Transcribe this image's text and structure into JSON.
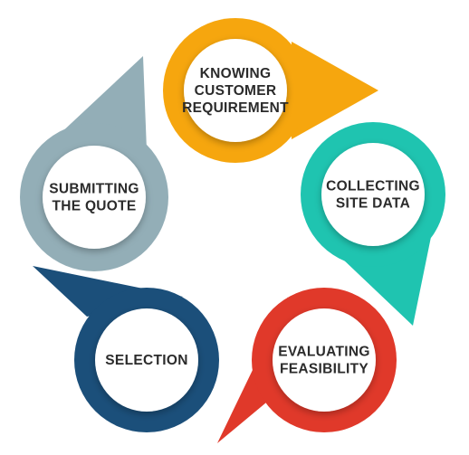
{
  "diagram": {
    "type": "cycle",
    "steps": [
      {
        "label_lines": [
          "KNOWING",
          "CUSTOMER",
          "REQUIREMENT"
        ],
        "color": "#F6A60E"
      },
      {
        "label_lines": [
          "COLLECTING",
          "SITE DATA"
        ],
        "color": "#1FC4B0"
      },
      {
        "label_lines": [
          "EVALUATING",
          "FEASIBILITY"
        ],
        "color": "#E0392A"
      },
      {
        "label_lines": [
          "SELECTION"
        ],
        "color": "#1B4F7A"
      },
      {
        "label_lines": [
          "SUBMITTING",
          "THE QUOTE"
        ],
        "color": "#93AEB7"
      }
    ]
  }
}
